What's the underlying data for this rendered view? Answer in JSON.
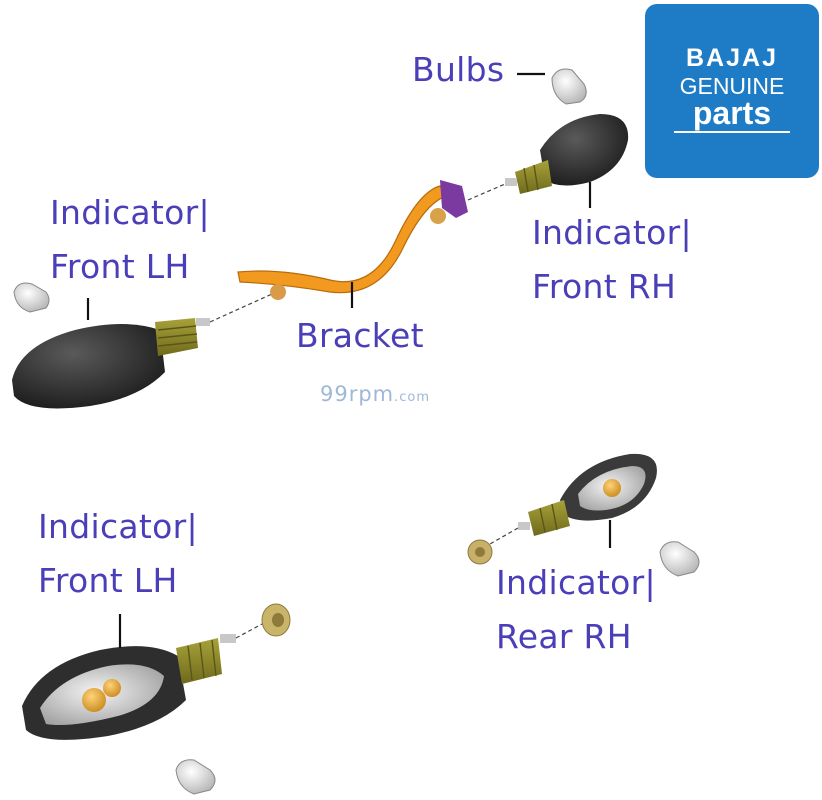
{
  "brand": {
    "line1": "BAJAJ",
    "line2": "GENUINE",
    "line3": "parts",
    "color": "#1e7bc5"
  },
  "watermark": {
    "main": "99rpm",
    "suffix": ".com"
  },
  "labels": {
    "bulbs": "Bulbs",
    "indicator_front_lh_top": {
      "line1": "Indicator|",
      "line2": "Front LH"
    },
    "indicator_front_rh": {
      "line1": "Indicator|",
      "line2": "Front RH"
    },
    "bracket": "Bracket",
    "indicator_front_lh_bottom": {
      "line1": "Indicator|",
      "line2": "Front LH"
    },
    "indicator_rear_rh": {
      "line1": "Indicator|",
      "line2": "Rear RH"
    }
  },
  "colors": {
    "label_text": "#4a3fb8",
    "bracket": "#f29a1f",
    "indicator_body": "#2b2b2b",
    "indicator_stem": "#8f8a2a"
  }
}
